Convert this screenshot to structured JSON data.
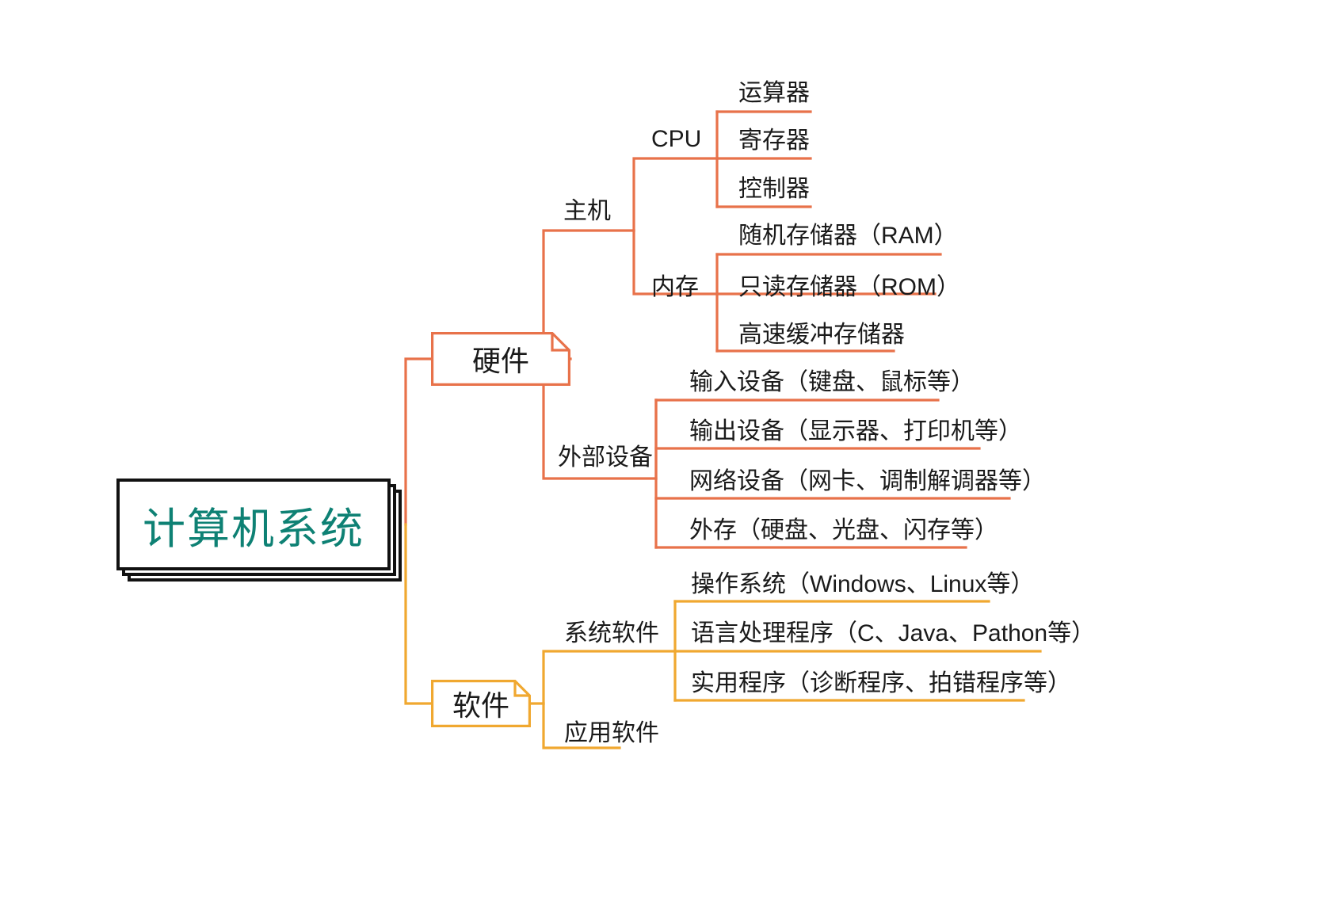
{
  "title": "计算机系统 思维导图",
  "colors": {
    "root_text": "#0E8174",
    "root_border": "#111111",
    "hardware_line": "#E8724A",
    "software_line": "#F0A830",
    "label_text": "#1A1A1A",
    "background": "#FFFFFF"
  },
  "root": {
    "label": "计算机系统"
  },
  "branches": [
    {
      "id": "hardware",
      "label": "硬件",
      "color": "#E8724A",
      "children": [
        {
          "id": "host",
          "label": "主机",
          "children": [
            {
              "id": "cpu",
              "label": "CPU",
              "leaves": [
                "运算器",
                "寄存器",
                "控制器"
              ]
            },
            {
              "id": "memory",
              "label": "内存",
              "leaves": [
                "随机存储器（RAM）",
                "只读存储器（ROM）",
                "高速缓冲存储器"
              ]
            }
          ]
        },
        {
          "id": "peripherals",
          "label": "外部设备",
          "leaves": [
            "输入设备（键盘、鼠标等）",
            "输出设备（显示器、打印机等）",
            "网络设备（网卡、调制解调器等）",
            "外存（硬盘、光盘、闪存等）"
          ]
        }
      ]
    },
    {
      "id": "software",
      "label": "软件",
      "color": "#F0A830",
      "children": [
        {
          "id": "system-software",
          "label": "系统软件",
          "leaves": [
            "操作系统（Windows、Linux等）",
            "语言处理程序（C、Java、Pathon等）",
            "实用程序（诊断程序、拍错程序等）"
          ]
        },
        {
          "id": "application-software",
          "label": "应用软件",
          "leaves": []
        }
      ]
    }
  ]
}
